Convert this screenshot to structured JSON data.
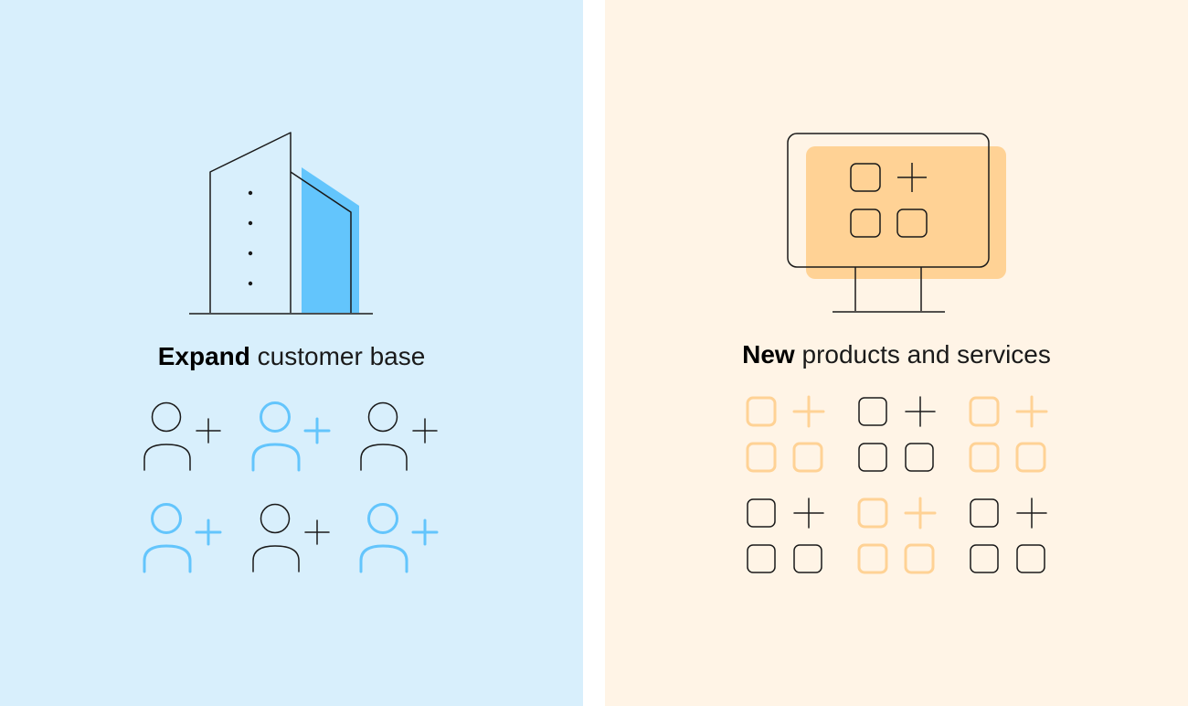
{
  "colors": {
    "left_bg": "#D8EFFC",
    "right_bg": "#FFF4E6",
    "blue_accent": "#63C5FC",
    "orange_accent": "#FFD295",
    "ink": "#1A1A1A"
  },
  "left_panel": {
    "caption_strong": "Expand",
    "caption_rest": " customer base",
    "hero_icon": "building-icon",
    "grid_icon": "add-user-icon",
    "grid_pattern": [
      [
        "dark",
        "blue",
        "dark"
      ],
      [
        "blue",
        "dark",
        "blue"
      ]
    ]
  },
  "right_panel": {
    "caption_strong": "New",
    "caption_rest": " products and services",
    "hero_icon": "monitor-apps-icon",
    "grid_icon": "add-app-icon",
    "grid_pattern": [
      [
        "orange",
        "dark",
        "orange"
      ],
      [
        "dark",
        "orange",
        "dark"
      ]
    ]
  }
}
